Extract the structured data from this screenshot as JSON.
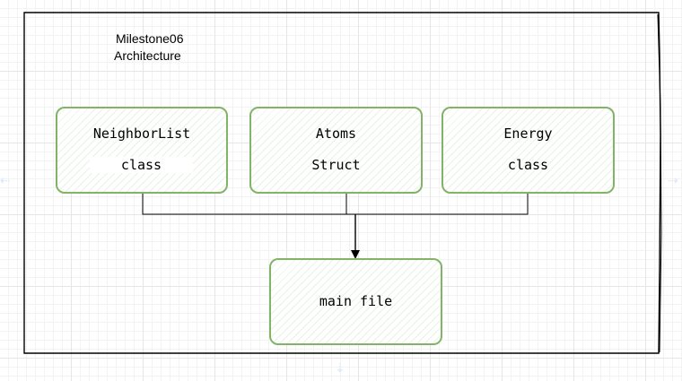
{
  "diagram": {
    "title_line1": "Milestone06",
    "title_line2": "Architecture",
    "nodes": {
      "neighborlist": {
        "name": "NeighborList",
        "kind": "class"
      },
      "atoms": {
        "name": "Atoms",
        "kind": "Struct"
      },
      "energy": {
        "name": "Energy",
        "kind": "class"
      },
      "main": {
        "name": "main file"
      }
    },
    "colors": {
      "box_stroke": "#82b366",
      "frame": "#000000",
      "connector": "#000000"
    }
  }
}
